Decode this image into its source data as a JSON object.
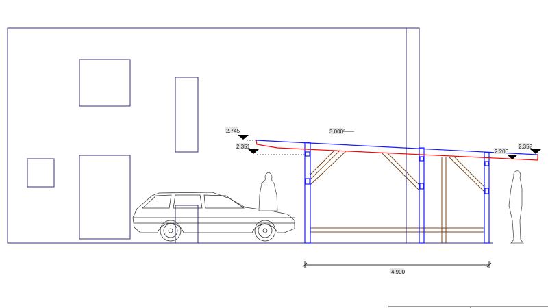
{
  "drawing": {
    "levels": [
      {
        "id": "roof-top-left",
        "value": "2.745"
      },
      {
        "id": "roof-bottom-left",
        "value": "2.351"
      },
      {
        "id": "roof-bottom-right",
        "value": "2.206"
      },
      {
        "id": "roof-top-right",
        "value": "2.352"
      }
    ],
    "roof_pitch": "3.000°",
    "span_dimension": "4.900"
  },
  "colors": {
    "house": "#3a2f7a",
    "posts": "#1a1aff",
    "roof_bottom": "#ff0000",
    "timber": "#7a4a1e",
    "dimension": "#333333"
  }
}
